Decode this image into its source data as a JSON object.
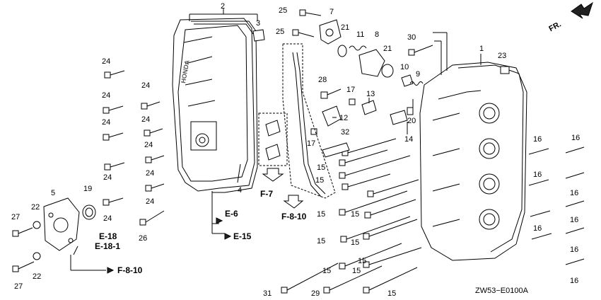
{
  "diagram": {
    "code": "ZW53−E0100A",
    "direction": "FR.",
    "callouts": [
      {
        "label": "2"
      },
      {
        "label": "25"
      },
      {
        "label": "7"
      },
      {
        "label": "3"
      },
      {
        "label": "25"
      },
      {
        "label": "21"
      },
      {
        "label": "11"
      },
      {
        "label": "8"
      },
      {
        "label": "30"
      },
      {
        "label": "21"
      },
      {
        "label": "1"
      },
      {
        "label": "23"
      },
      {
        "label": "24"
      },
      {
        "label": "24"
      },
      {
        "label": "24"
      },
      {
        "label": "24"
      },
      {
        "label": "24"
      },
      {
        "label": "24"
      },
      {
        "label": "24"
      },
      {
        "label": "24"
      },
      {
        "label": "24"
      },
      {
        "label": "24"
      },
      {
        "label": "10"
      },
      {
        "label": "9"
      },
      {
        "label": "28"
      },
      {
        "label": "17"
      },
      {
        "label": "13"
      },
      {
        "label": "12"
      },
      {
        "label": "20"
      },
      {
        "label": "17"
      },
      {
        "label": "32"
      },
      {
        "label": "14"
      },
      {
        "label": "4"
      },
      {
        "label": "15"
      },
      {
        "label": "15"
      },
      {
        "label": "15"
      },
      {
        "label": "15"
      },
      {
        "label": "15"
      },
      {
        "label": "15"
      },
      {
        "label": "15"
      },
      {
        "label": "15"
      },
      {
        "label": "15"
      },
      {
        "label": "16"
      },
      {
        "label": "16"
      },
      {
        "label": "16"
      },
      {
        "label": "16"
      },
      {
        "label": "16"
      },
      {
        "label": "16"
      },
      {
        "label": "16"
      },
      {
        "label": "16"
      },
      {
        "label": "5"
      },
      {
        "label": "19"
      },
      {
        "label": "22"
      },
      {
        "label": "27"
      },
      {
        "label": "26"
      },
      {
        "label": "22"
      },
      {
        "label": "27"
      },
      {
        "label": "31"
      },
      {
        "label": "29"
      },
      {
        "label": "15"
      }
    ],
    "refs": [
      {
        "label": "F-7"
      },
      {
        "label": "F-8-10"
      },
      {
        "label": "E-6"
      },
      {
        "label": "E-15"
      },
      {
        "label": "E-18"
      },
      {
        "label": "E-18-1"
      },
      {
        "label": "F-8-10"
      }
    ]
  }
}
